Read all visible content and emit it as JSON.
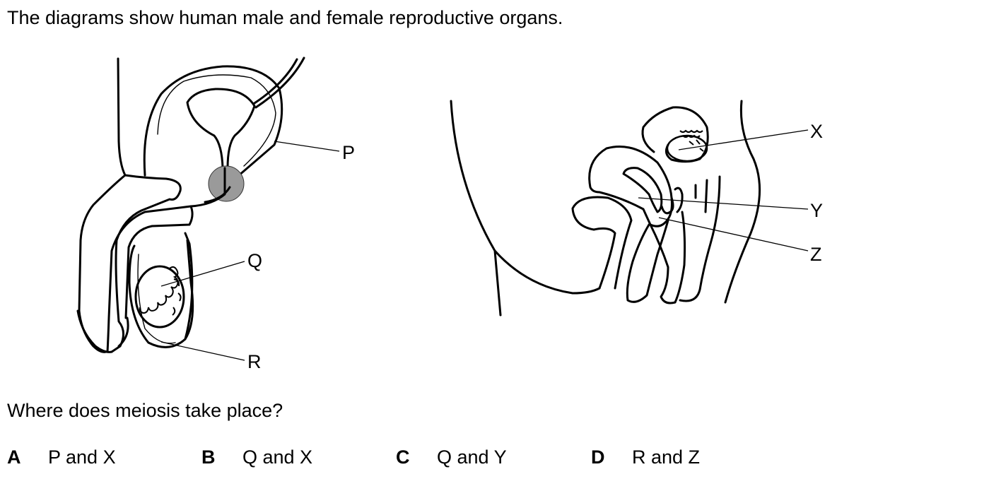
{
  "intro_text": "The diagrams show human male and female reproductive organs.",
  "question_text": "Where does meiosis take place?",
  "labels": {
    "P": "P",
    "Q": "Q",
    "R": "R",
    "X": "X",
    "Y": "Y",
    "Z": "Z"
  },
  "options": [
    {
      "letter": "A",
      "text": "P and X"
    },
    {
      "letter": "B",
      "text": "Q and X"
    },
    {
      "letter": "C",
      "text": "Q and Y"
    },
    {
      "letter": "D",
      "text": "R and Z"
    }
  ],
  "colors": {
    "gland_fill": "#9a9a9a",
    "line": "#000000"
  }
}
